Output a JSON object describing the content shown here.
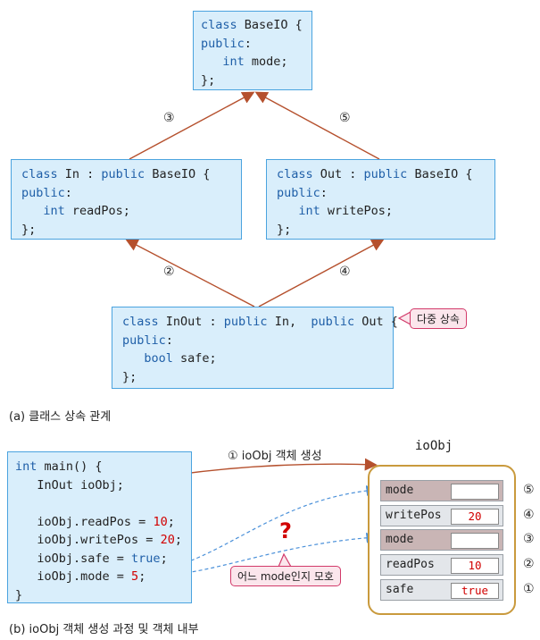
{
  "classes": {
    "base": {
      "lines": [
        [
          {
            "t": "class",
            "c": "kw"
          },
          {
            "t": " BaseIO {",
            "c": "plain"
          }
        ],
        [
          {
            "t": "public",
            "c": "kw"
          },
          {
            "t": ":",
            "c": "plain"
          }
        ],
        [
          {
            "t": "   ",
            "c": "plain"
          },
          {
            "t": "int",
            "c": "kw"
          },
          {
            "t": " mode;",
            "c": "plain"
          }
        ],
        [
          {
            "t": "};",
            "c": "plain"
          }
        ]
      ]
    },
    "in": {
      "lines": [
        [
          {
            "t": "class",
            "c": "kw"
          },
          {
            "t": " In : ",
            "c": "plain"
          },
          {
            "t": "public",
            "c": "kw"
          },
          {
            "t": " BaseIO {",
            "c": "plain"
          }
        ],
        [
          {
            "t": "public",
            "c": "kw"
          },
          {
            "t": ":",
            "c": "plain"
          }
        ],
        [
          {
            "t": "   ",
            "c": "plain"
          },
          {
            "t": "int",
            "c": "kw"
          },
          {
            "t": " readPos;",
            "c": "plain"
          }
        ],
        [
          {
            "t": "};",
            "c": "plain"
          }
        ]
      ]
    },
    "out": {
      "lines": [
        [
          {
            "t": "class",
            "c": "kw"
          },
          {
            "t": " Out : ",
            "c": "plain"
          },
          {
            "t": "public",
            "c": "kw"
          },
          {
            "t": " BaseIO {",
            "c": "plain"
          }
        ],
        [
          {
            "t": "public",
            "c": "kw"
          },
          {
            "t": ":",
            "c": "plain"
          }
        ],
        [
          {
            "t": "   ",
            "c": "plain"
          },
          {
            "t": "int",
            "c": "kw"
          },
          {
            "t": " writePos;",
            "c": "plain"
          }
        ],
        [
          {
            "t": "};",
            "c": "plain"
          }
        ]
      ]
    },
    "inout": {
      "lines": [
        [
          {
            "t": "class",
            "c": "kw"
          },
          {
            "t": " InOut : ",
            "c": "plain"
          },
          {
            "t": "public",
            "c": "kw"
          },
          {
            "t": " In,  ",
            "c": "plain"
          },
          {
            "t": "public",
            "c": "kw"
          },
          {
            "t": " Out {",
            "c": "plain"
          }
        ],
        [
          {
            "t": "public",
            "c": "kw"
          },
          {
            "t": ":",
            "c": "plain"
          }
        ],
        [
          {
            "t": "   ",
            "c": "plain"
          },
          {
            "t": "bool",
            "c": "kw"
          },
          {
            "t": " safe;",
            "c": "plain"
          }
        ],
        [
          {
            "t": "};",
            "c": "plain"
          }
        ]
      ]
    }
  },
  "arrow_labels": {
    "a3": "③",
    "a5": "⑤",
    "a2": "②",
    "a4": "④"
  },
  "tag_multi": "다중 상속",
  "caption_a": "(a) 클래스 상속 관계",
  "main_code": {
    "lines": [
      [
        {
          "t": "int",
          "c": "kw"
        },
        {
          "t": " main() {",
          "c": "plain"
        }
      ],
      [
        {
          "t": "   InOut ioObj;",
          "c": "plain"
        }
      ],
      [
        {
          "t": "",
          "c": "plain"
        }
      ],
      [
        {
          "t": "   ioObj.readPos = ",
          "c": "plain"
        },
        {
          "t": "10",
          "c": "num"
        },
        {
          "t": ";",
          "c": "plain"
        }
      ],
      [
        {
          "t": "   ioObj.writePos = ",
          "c": "plain"
        },
        {
          "t": "20",
          "c": "num"
        },
        {
          "t": ";",
          "c": "plain"
        }
      ],
      [
        {
          "t": "   ioObj.safe = ",
          "c": "plain"
        },
        {
          "t": "true",
          "c": "kw"
        },
        {
          "t": ";",
          "c": "plain"
        }
      ],
      [
        {
          "t": "   ioObj.mode = ",
          "c": "plain"
        },
        {
          "t": "5",
          "c": "num"
        },
        {
          "t": ";",
          "c": "plain"
        }
      ],
      [
        {
          "t": "}",
          "c": "plain"
        }
      ]
    ]
  },
  "create_label": "① ioObj 객체 생성",
  "object_title": "ioObj",
  "question_mark": "?",
  "ambiguous_tag": "어느 mode인지 모호",
  "fields": [
    {
      "name": "mode",
      "value": "",
      "index": "⑤",
      "kind": "inh"
    },
    {
      "name": "writePos",
      "value": "20",
      "index": "④",
      "kind": "own"
    },
    {
      "name": "mode",
      "value": "",
      "index": "③",
      "kind": "inh"
    },
    {
      "name": "readPos",
      "value": "10",
      "index": "②",
      "kind": "own"
    },
    {
      "name": "safe",
      "value": "true",
      "index": "①",
      "kind": "own"
    }
  ],
  "caption_b": "(b) ioObj 객체 생성 과정 및 객체 내부",
  "colors": {
    "box_fill": "#d9eefb",
    "box_border": "#4aa3df",
    "keyword": "#1f5fa8",
    "number": "#d10000",
    "arrow": "#b5502d",
    "dashed": "#4a90d9",
    "object_border": "#c99a3d"
  }
}
